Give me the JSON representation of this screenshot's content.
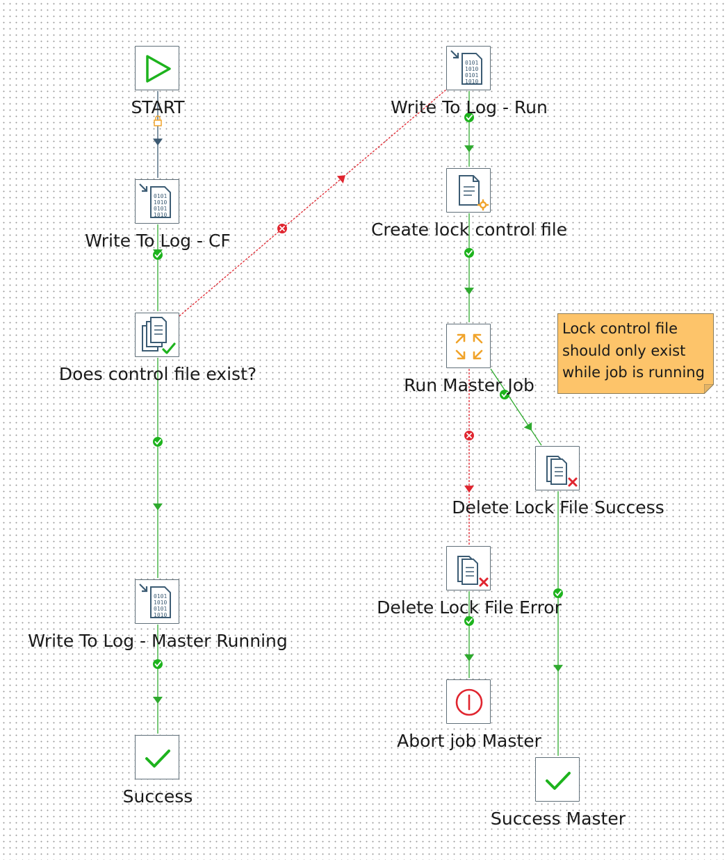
{
  "nodes": {
    "start": {
      "label": "START",
      "icon": "start-play-icon"
    },
    "write_log_cf": {
      "label": "Write To Log - CF",
      "icon": "write-to-log-icon"
    },
    "control_file_exists": {
      "label": "Does control file exist?",
      "icon": "files-exist-check-icon"
    },
    "write_log_master_running": {
      "label": "Write To Log - Master Running",
      "icon": "write-to-log-icon"
    },
    "success": {
      "label": "Success",
      "icon": "success-check-icon"
    },
    "write_log_run": {
      "label": "Write To Log - Run",
      "icon": "write-to-log-icon"
    },
    "create_lock_file": {
      "label": "Create lock control file",
      "icon": "create-file-icon"
    },
    "run_master_job": {
      "label": "Run Master Job",
      "icon": "job-arrows-icon"
    },
    "delete_lock_success": {
      "label": "Delete Lock File Success",
      "icon": "delete-files-icon"
    },
    "delete_lock_error": {
      "label": "Delete Lock File Error",
      "icon": "delete-files-icon"
    },
    "abort_master": {
      "label": "Abort job Master",
      "icon": "abort-icon"
    },
    "success_master": {
      "label": "Success Master",
      "icon": "success-check-icon"
    }
  },
  "note": {
    "lines": [
      "Lock control file",
      "should only exist",
      "while job is running"
    ]
  },
  "hops": [
    {
      "from": "start",
      "to": "write_log_cf",
      "type": "unconditional"
    },
    {
      "from": "write_log_cf",
      "to": "control_file_exists",
      "type": "success"
    },
    {
      "from": "control_file_exists",
      "to": "write_log_master_running",
      "type": "success"
    },
    {
      "from": "write_log_master_running",
      "to": "success",
      "type": "success"
    },
    {
      "from": "control_file_exists",
      "to": "write_log_run",
      "type": "failure"
    },
    {
      "from": "write_log_run",
      "to": "create_lock_file",
      "type": "success"
    },
    {
      "from": "create_lock_file",
      "to": "run_master_job",
      "type": "success"
    },
    {
      "from": "run_master_job",
      "to": "delete_lock_success",
      "type": "success"
    },
    {
      "from": "run_master_job",
      "to": "delete_lock_error",
      "type": "failure"
    },
    {
      "from": "delete_lock_error",
      "to": "abort_master",
      "type": "success"
    },
    {
      "from": "delete_lock_success",
      "to": "success_master",
      "type": "success"
    }
  ],
  "colors": {
    "success_hop": "#2eaa2e",
    "failure_hop": "#e0252f",
    "unconditional_hop": "#3c5a72",
    "icon_blue": "#3b5b73",
    "icon_orange": "#f0a32a",
    "icon_green": "#1db31d",
    "icon_red": "#e0252f",
    "note_fill": "#fdc46a"
  }
}
